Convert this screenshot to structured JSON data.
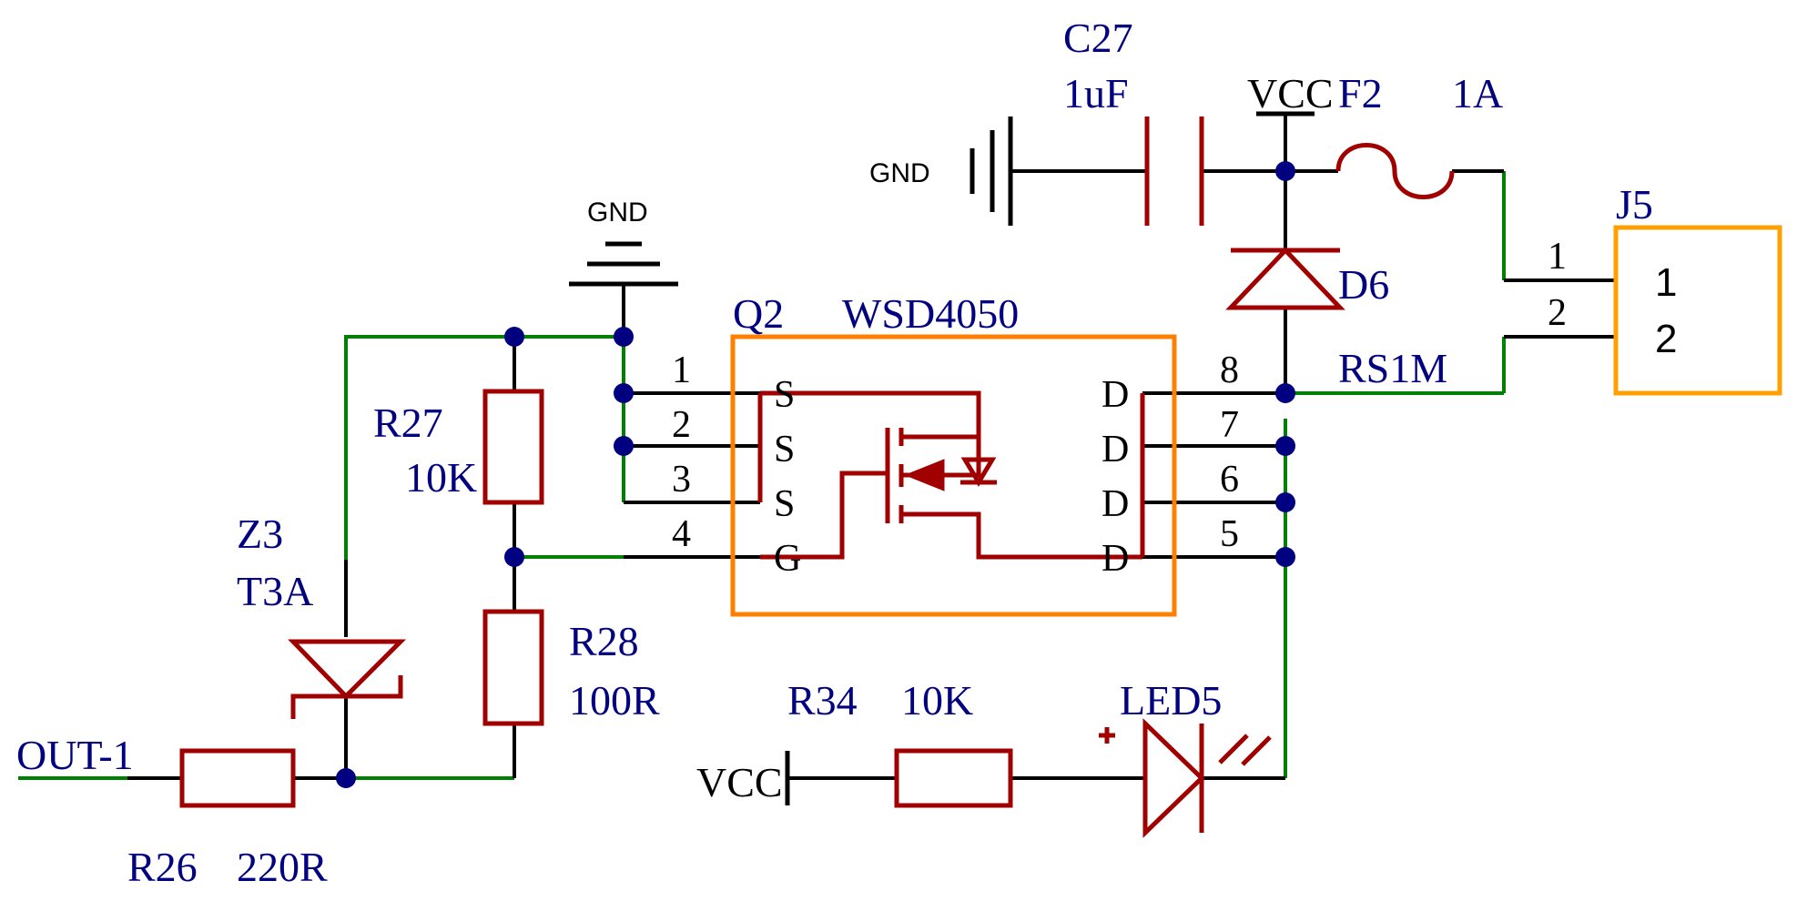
{
  "colors": {
    "wire": "#008000",
    "component": "#a00000",
    "label": "#000080",
    "text": "#000000",
    "junction": "#000080",
    "ic_outline": "#ff8000",
    "connector_outline": "#ffa000"
  },
  "components": {
    "c27": {
      "ref": "C27",
      "value": "1uF"
    },
    "f2": {
      "ref": "F2",
      "value": "1A"
    },
    "j5": {
      "ref": "J5",
      "pin1": "1",
      "pin2": "2",
      "pin1_num": "1",
      "pin2_num": "2"
    },
    "d6": {
      "ref": "D6",
      "value": "RS1M"
    },
    "q2": {
      "ref": "Q2",
      "value": "WSD4050",
      "pins_left": [
        {
          "num": "1",
          "name": "S"
        },
        {
          "num": "2",
          "name": "S"
        },
        {
          "num": "3",
          "name": "S"
        },
        {
          "num": "4",
          "name": "G"
        }
      ],
      "pins_right": [
        {
          "num": "8",
          "name": "D"
        },
        {
          "num": "7",
          "name": "D"
        },
        {
          "num": "6",
          "name": "D"
        },
        {
          "num": "5",
          "name": "D"
        }
      ]
    },
    "r27": {
      "ref": "R27",
      "value": "10K"
    },
    "r28": {
      "ref": "R28",
      "value": "100R"
    },
    "r26": {
      "ref": "R26",
      "value": "220R"
    },
    "r34": {
      "ref": "R34",
      "value": "10K"
    },
    "z3": {
      "ref": "Z3",
      "value": "T3A"
    },
    "led5": {
      "ref": "LED5",
      "polarity": "+"
    }
  },
  "power": {
    "gnd_top": "GND",
    "gnd_left": "GND",
    "vcc_top": "VCC",
    "vcc_bottom": "VCC"
  },
  "nets": {
    "out": "OUT-1"
  }
}
